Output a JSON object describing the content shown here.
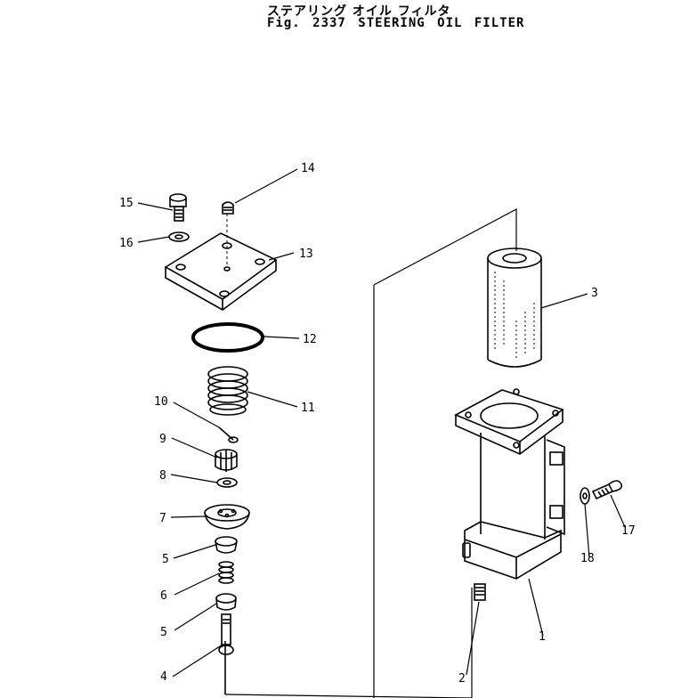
{
  "header": {
    "title_jp": "ステアリング オイル フィルタ",
    "title_en": "Fig. 2337 STEERING OIL FILTER"
  },
  "callouts": [
    {
      "id": "c15",
      "label": "15"
    },
    {
      "id": "c14",
      "label": "14"
    },
    {
      "id": "c16",
      "label": "16"
    },
    {
      "id": "c13",
      "label": "13"
    },
    {
      "id": "c12",
      "label": "12"
    },
    {
      "id": "c11",
      "label": "11"
    },
    {
      "id": "c10",
      "label": "10"
    },
    {
      "id": "c9",
      "label": "9"
    },
    {
      "id": "c8",
      "label": "8"
    },
    {
      "id": "c7",
      "label": "7"
    },
    {
      "id": "c5a",
      "label": "5"
    },
    {
      "id": "c6",
      "label": "6"
    },
    {
      "id": "c5b",
      "label": "5"
    },
    {
      "id": "c4",
      "label": "4"
    },
    {
      "id": "c3",
      "label": "3"
    },
    {
      "id": "c18",
      "label": "18"
    },
    {
      "id": "c17",
      "label": "17"
    },
    {
      "id": "c1",
      "label": "1"
    },
    {
      "id": "c2",
      "label": "2"
    }
  ]
}
